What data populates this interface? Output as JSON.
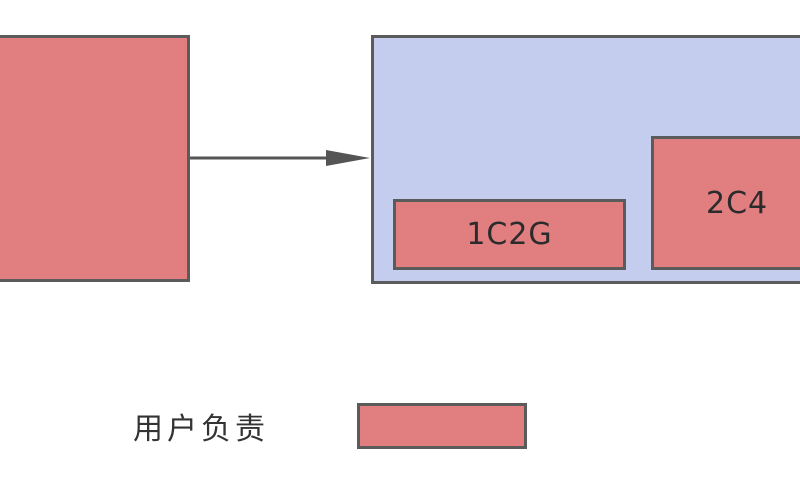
{
  "diagram": {
    "boxes": {
      "small_box_label": "1C2G",
      "large_box_label": "2C4"
    },
    "legend": {
      "label": "用户负责"
    },
    "colors": {
      "user_block": "#e07e80",
      "container": "#c5cdee",
      "border": "#5b5b5b",
      "arrow": "#555555"
    }
  }
}
